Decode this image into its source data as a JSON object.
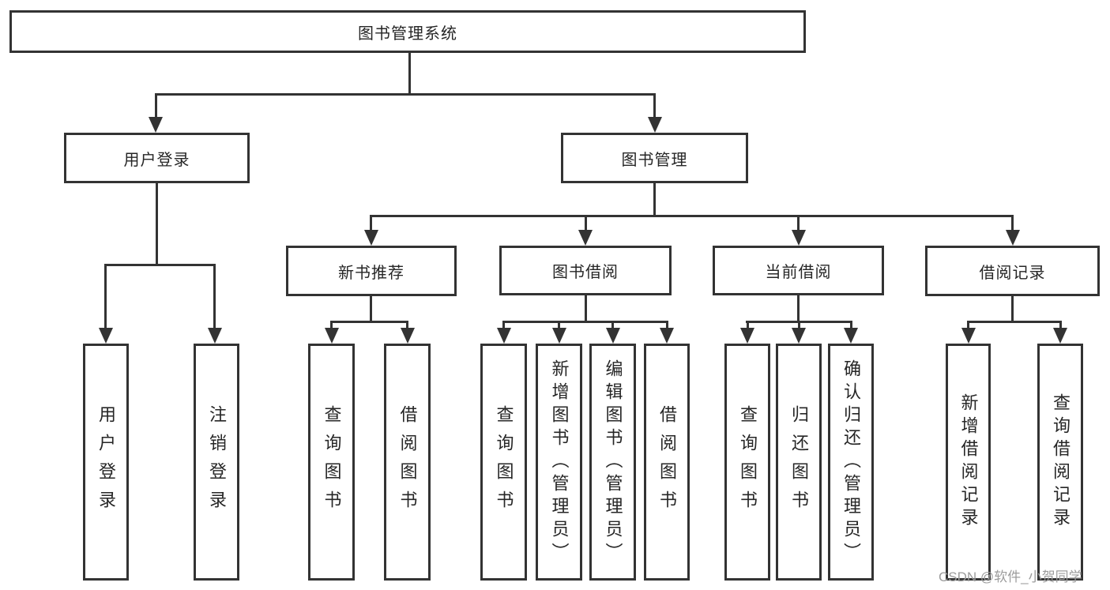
{
  "tree": {
    "root": {
      "label": "图书管理系统"
    },
    "user_login": {
      "label": "用户登录",
      "children": [
        {
          "label": "用户登录"
        },
        {
          "label": "注销登录"
        }
      ]
    },
    "book_management": {
      "label": "图书管理",
      "sections": [
        {
          "label": "新书推荐",
          "children": [
            {
              "label": "查询图书"
            },
            {
              "label": "借阅图书"
            }
          ]
        },
        {
          "label": "图书借阅",
          "children": [
            {
              "label": "查询图书"
            },
            {
              "label": "新增图书（管理员）"
            },
            {
              "label": "编辑图书（管理员）"
            },
            {
              "label": "借阅图书"
            }
          ]
        },
        {
          "label": "当前借阅",
          "children": [
            {
              "label": "查询图书"
            },
            {
              "label": "归还图书"
            },
            {
              "label": "确认归还（管理员）"
            }
          ]
        },
        {
          "label": "借阅记录",
          "children": [
            {
              "label": "新增借阅记录"
            },
            {
              "label": "查询借阅记录"
            }
          ]
        }
      ]
    }
  },
  "watermark": {
    "text": "CSDN @软件_小贺同学"
  },
  "colors": {
    "line": "#333333",
    "text": "#262626",
    "watermark": "#9c9c9c",
    "background": "#ffffff"
  }
}
